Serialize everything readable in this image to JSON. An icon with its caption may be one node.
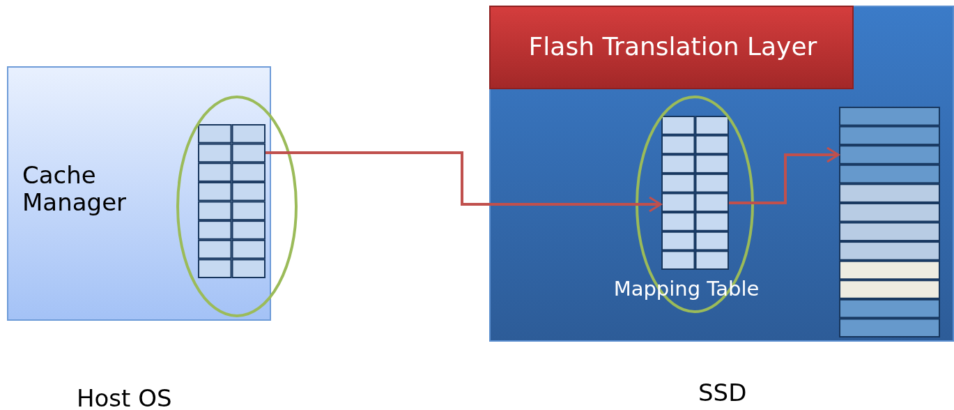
{
  "diagram": {
    "nodes": [
      {
        "text": [
          "Cache Manager"
        ],
        "beside": [
          "Host OS"
        ]
      },
      {
        "text": [],
        "shape": "grid",
        "in": 0
      },
      {
        "text": [],
        "shape": "box",
        "beside": [
          "SSD"
        ]
      },
      {
        "text": [
          "Flash Translation Layer"
        ],
        "in": 2
      },
      {
        "text": [],
        "shape": "grid",
        "in": 2,
        "beside": [
          "Mapping Table"
        ]
      },
      {
        "text": [],
        "shape": "bar",
        "in": 2
      }
    ],
    "edges": [
      {
        "from": 1,
        "to": 4,
        "arrow": "to"
      },
      {
        "from": 4,
        "to": 5,
        "arrow": "to"
      }
    ]
  }
}
